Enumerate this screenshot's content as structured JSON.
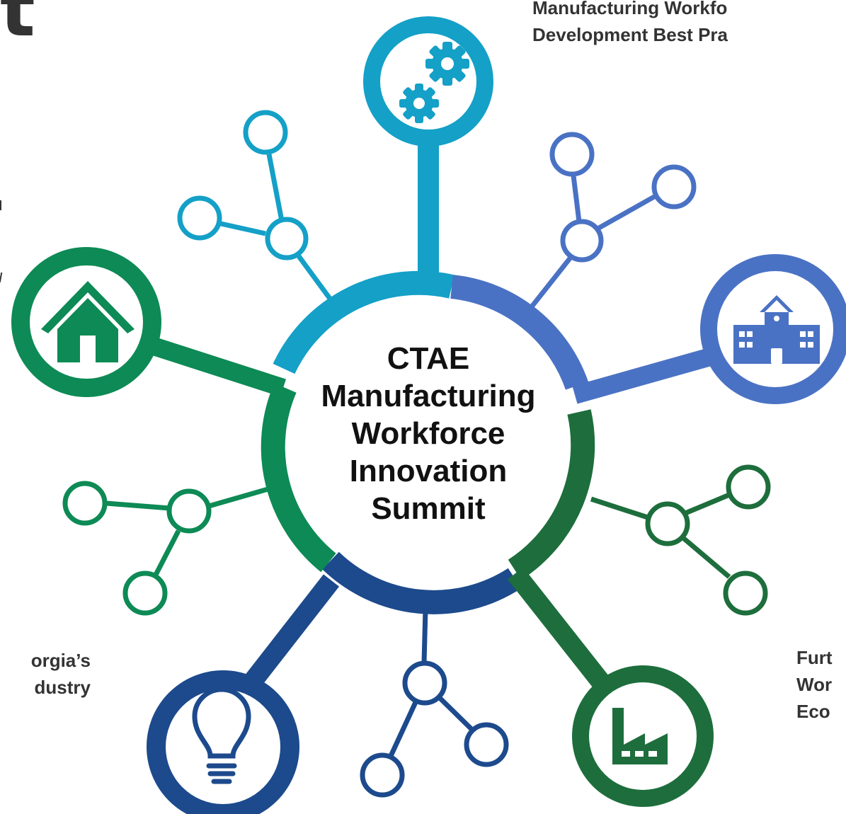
{
  "corner_glyph": "t",
  "center_title": {
    "lines": [
      "CTAE",
      "Manufacturing",
      "Workforce",
      "Innovation",
      "Summit"
    ]
  },
  "labels": {
    "top_right": [
      "Manufacturing Workfo",
      "Development Best Pra"
    ],
    "bottom_left": [
      "orgia’s",
      "dustry"
    ],
    "bottom_right": [
      "Furt",
      "Wor",
      "Eco"
    ]
  },
  "colors": {
    "teal": "#14a0c7",
    "periwinkle": "#4a72c4",
    "dark_green": "#1d6e3c",
    "green": "#0d8a55",
    "navy": "#1c4a8c",
    "text": "#333333"
  },
  "hubs": [
    {
      "name": "gears-hub",
      "icon": "gears-icon"
    },
    {
      "name": "school-hub",
      "icon": "school-building-icon"
    },
    {
      "name": "factory-hub",
      "icon": "factory-icon"
    },
    {
      "name": "lightbulb-hub",
      "icon": "lightbulb-icon"
    },
    {
      "name": "house-hub",
      "icon": "house-icon"
    }
  ]
}
